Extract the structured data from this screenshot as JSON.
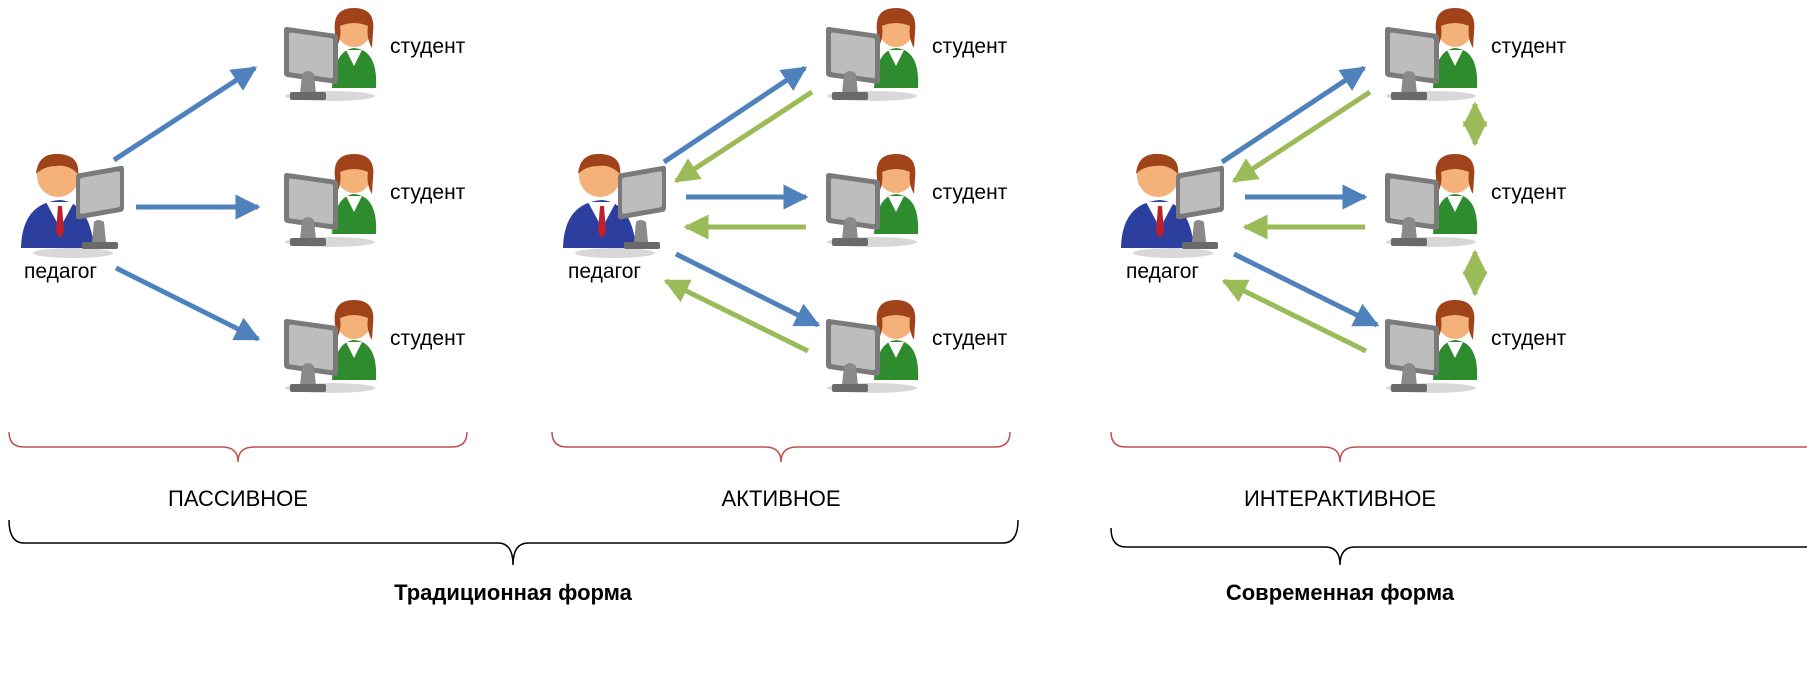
{
  "labels": {
    "teacher": "педагог",
    "student": "студент"
  },
  "panels": [
    {
      "mode": "ПАССИВНОЕ"
    },
    {
      "mode": "АКТИВНОЕ"
    },
    {
      "mode": "ИНТЕРАКТИВНОЕ"
    }
  ],
  "forms": {
    "traditional": "Традиционная форма",
    "modern": "Современная форма"
  },
  "colors": {
    "teacher_to_student_arrow": "#4f81bd",
    "student_to_teacher_arrow": "#9bbb59",
    "small_brace": "#c0504d",
    "big_brace": "#000000"
  },
  "icons": {
    "teacher": "teacher-at-computer-icon",
    "student": "student-at-computer-icon"
  }
}
